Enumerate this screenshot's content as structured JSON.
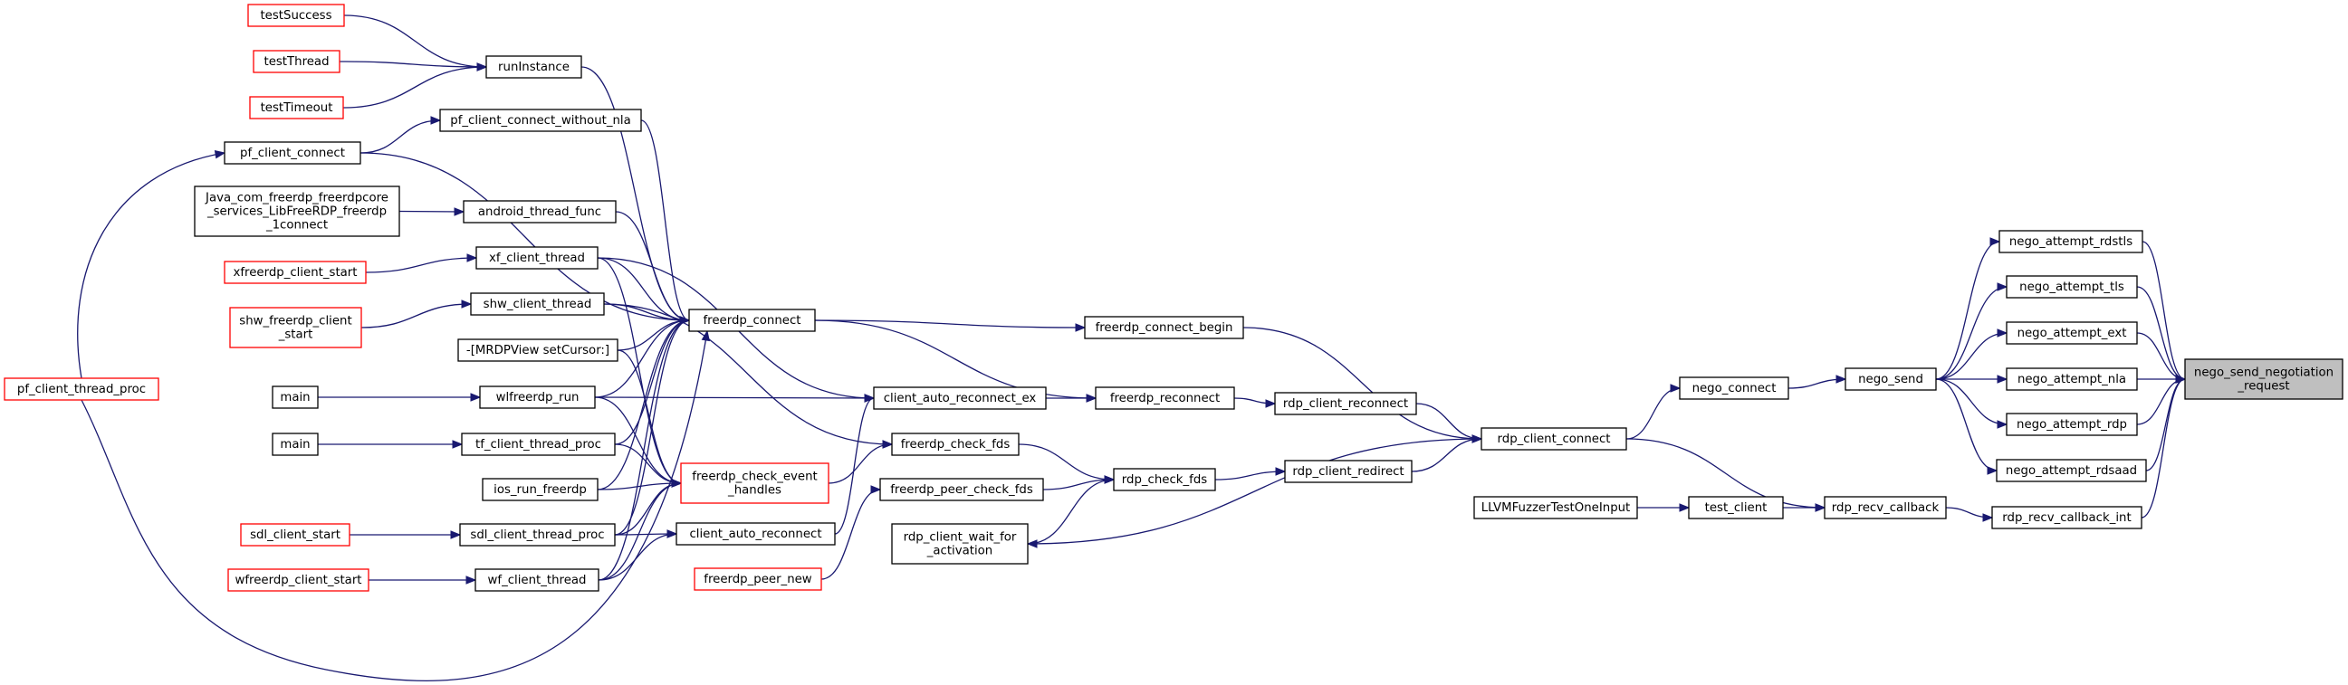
{
  "graph": {
    "title": "",
    "focus": "nego_send_negotiation_request",
    "colors": {
      "edge": "#191970",
      "node_border": "#000000",
      "truncated_border": "#ff0000",
      "focus_fill": "#bfbfbf",
      "node_fill": "#ffffff"
    },
    "nodes": [
      {
        "id": "nsnr",
        "lines": [
          "nego_send_negotiation",
          "_request"
        ],
        "style": "focus"
      },
      {
        "id": "rdstls",
        "lines": [
          "nego_attempt_rdstls"
        ],
        "style": "normal"
      },
      {
        "id": "tls",
        "lines": [
          "nego_attempt_tls"
        ],
        "style": "normal"
      },
      {
        "id": "ext",
        "lines": [
          "nego_attempt_ext"
        ],
        "style": "normal"
      },
      {
        "id": "nla",
        "lines": [
          "nego_attempt_nla"
        ],
        "style": "normal"
      },
      {
        "id": "rdp",
        "lines": [
          "nego_attempt_rdp"
        ],
        "style": "normal"
      },
      {
        "id": "rdsaad",
        "lines": [
          "nego_attempt_rdsaad"
        ],
        "style": "normal"
      },
      {
        "id": "rrci",
        "lines": [
          "rdp_recv_callback_int"
        ],
        "style": "normal"
      },
      {
        "id": "nego_send",
        "lines": [
          "nego_send"
        ],
        "style": "normal"
      },
      {
        "id": "rrc",
        "lines": [
          "rdp_recv_callback"
        ],
        "style": "normal"
      },
      {
        "id": "nego_connect",
        "lines": [
          "nego_connect"
        ],
        "style": "normal"
      },
      {
        "id": "test_client",
        "lines": [
          "test_client"
        ],
        "style": "normal"
      },
      {
        "id": "rcc",
        "lines": [
          "rdp_client_connect"
        ],
        "style": "normal"
      },
      {
        "id": "llvm",
        "lines": [
          "LLVMFuzzerTestOneInput"
        ],
        "style": "normal"
      },
      {
        "id": "fcb",
        "lines": [
          "freerdp_connect_begin"
        ],
        "style": "normal"
      },
      {
        "id": "rcrec",
        "lines": [
          "rdp_client_reconnect"
        ],
        "style": "normal"
      },
      {
        "id": "rcred",
        "lines": [
          "rdp_client_redirect"
        ],
        "style": "normal"
      },
      {
        "id": "freconn",
        "lines": [
          "freerdp_reconnect"
        ],
        "style": "normal"
      },
      {
        "id": "rcfds",
        "lines": [
          "rdp_check_fds"
        ],
        "style": "normal"
      },
      {
        "id": "fconn",
        "lines": [
          "freerdp_connect"
        ],
        "style": "normal"
      },
      {
        "id": "care",
        "lines": [
          "client_auto_reconnect_ex"
        ],
        "style": "normal"
      },
      {
        "id": "fcfds",
        "lines": [
          "freerdp_check_fds"
        ],
        "style": "normal"
      },
      {
        "id": "fpcfds",
        "lines": [
          "freerdp_peer_check_fds"
        ],
        "style": "normal"
      },
      {
        "id": "rcwfa",
        "lines": [
          "rdp_client_wait_for",
          "_activation"
        ],
        "style": "normal"
      },
      {
        "id": "fpnew",
        "lines": [
          "freerdp_peer_new"
        ],
        "style": "truncated"
      },
      {
        "id": "fceh",
        "lines": [
          "freerdp_check_event",
          "_handles"
        ],
        "style": "truncated"
      },
      {
        "id": "car",
        "lines": [
          "client_auto_reconnect"
        ],
        "style": "normal"
      },
      {
        "id": "runinst",
        "lines": [
          "runInstance"
        ],
        "style": "normal"
      },
      {
        "id": "pccwn",
        "lines": [
          "pf_client_connect_without_nla"
        ],
        "style": "normal"
      },
      {
        "id": "atf",
        "lines": [
          "android_thread_func"
        ],
        "style": "normal"
      },
      {
        "id": "xfct",
        "lines": [
          "xf_client_thread"
        ],
        "style": "normal"
      },
      {
        "id": "shwct",
        "lines": [
          "shw_client_thread"
        ],
        "style": "normal"
      },
      {
        "id": "mrdp",
        "lines": [
          "-[MRDPView setCursor:]"
        ],
        "style": "normal"
      },
      {
        "id": "wlrun",
        "lines": [
          "wlfreerdp_run"
        ],
        "style": "normal"
      },
      {
        "id": "tfctp",
        "lines": [
          "tf_client_thread_proc"
        ],
        "style": "normal"
      },
      {
        "id": "iosrun",
        "lines": [
          "ios_run_freerdp"
        ],
        "style": "normal"
      },
      {
        "id": "sdlctp",
        "lines": [
          "sdl_client_thread_proc"
        ],
        "style": "normal"
      },
      {
        "id": "wfct",
        "lines": [
          "wf_client_thread"
        ],
        "style": "normal"
      },
      {
        "id": "testSuccess",
        "lines": [
          "testSuccess"
        ],
        "style": "truncated"
      },
      {
        "id": "testThread",
        "lines": [
          "testThread"
        ],
        "style": "truncated"
      },
      {
        "id": "testTimeout",
        "lines": [
          "testTimeout"
        ],
        "style": "truncated"
      },
      {
        "id": "pfcc",
        "lines": [
          "pf_client_connect"
        ],
        "style": "normal"
      },
      {
        "id": "java",
        "lines": [
          "Java_com_freerdp_freerdpcore",
          "_services_LibFreeRDP_freerdp",
          "_1connect"
        ],
        "style": "normal"
      },
      {
        "id": "xfstart",
        "lines": [
          "xfreerdp_client_start"
        ],
        "style": "truncated"
      },
      {
        "id": "shwstart",
        "lines": [
          "shw_freerdp_client",
          "_start"
        ],
        "style": "truncated"
      },
      {
        "id": "main1",
        "lines": [
          "main"
        ],
        "style": "normal"
      },
      {
        "id": "main2",
        "lines": [
          "main"
        ],
        "style": "normal"
      },
      {
        "id": "sdlstart",
        "lines": [
          "sdl_client_start"
        ],
        "style": "truncated"
      },
      {
        "id": "wfstart",
        "lines": [
          "wfreerdp_client_start"
        ],
        "style": "truncated"
      },
      {
        "id": "pfctp",
        "lines": [
          "pf_client_thread_proc"
        ],
        "style": "truncated"
      }
    ],
    "edges": [
      [
        "rdstls",
        "nsnr"
      ],
      [
        "tls",
        "nsnr"
      ],
      [
        "ext",
        "nsnr"
      ],
      [
        "nla",
        "nsnr"
      ],
      [
        "rdp",
        "nsnr"
      ],
      [
        "rdsaad",
        "nsnr"
      ],
      [
        "rrci",
        "nsnr"
      ],
      [
        "nego_send",
        "rdstls"
      ],
      [
        "nego_send",
        "tls"
      ],
      [
        "nego_send",
        "ext"
      ],
      [
        "nego_send",
        "nla"
      ],
      [
        "nego_send",
        "rdp"
      ],
      [
        "nego_send",
        "rdsaad"
      ],
      [
        "rrc",
        "rrci"
      ],
      [
        "nego_connect",
        "nego_send"
      ],
      [
        "test_client",
        "rrc"
      ],
      [
        "rcc",
        "rrc"
      ],
      [
        "rcc",
        "nego_connect"
      ],
      [
        "llvm",
        "test_client"
      ],
      [
        "fcb",
        "rcc"
      ],
      [
        "rcrec",
        "rcc"
      ],
      [
        "rcred",
        "rcc"
      ],
      [
        "rcc",
        "rcwfa"
      ],
      [
        "fconn",
        "fcb"
      ],
      [
        "freconn",
        "rcrec"
      ],
      [
        "rcfds",
        "rcred"
      ],
      [
        "fconn",
        "freconn"
      ],
      [
        "care",
        "freconn"
      ],
      [
        "fcfds",
        "rcfds"
      ],
      [
        "fpcfds",
        "rcfds"
      ],
      [
        "rcwfa",
        "rcfds"
      ],
      [
        "fpnew",
        "fpcfds"
      ],
      [
        "fceh",
        "fcfds"
      ],
      [
        "shwct",
        "fcfds"
      ],
      [
        "car",
        "care"
      ],
      [
        "xfct",
        "care"
      ],
      [
        "wlrun",
        "care"
      ],
      [
        "sdlctp",
        "car"
      ],
      [
        "wfct",
        "car"
      ],
      [
        "mrdp",
        "fceh"
      ],
      [
        "tfctp",
        "fceh"
      ],
      [
        "iosrun",
        "fceh"
      ],
      [
        "sdlctp",
        "fceh"
      ],
      [
        "wfct",
        "fceh"
      ],
      [
        "xfct",
        "fceh"
      ],
      [
        "wlrun",
        "fceh"
      ],
      [
        "runinst",
        "fconn"
      ],
      [
        "pfcc",
        "fconn"
      ],
      [
        "pccwn",
        "fconn"
      ],
      [
        "atf",
        "fconn"
      ],
      [
        "xfct",
        "fconn"
      ],
      [
        "shwct",
        "fconn"
      ],
      [
        "mrdp",
        "fconn"
      ],
      [
        "wlrun",
        "fconn"
      ],
      [
        "tfctp",
        "fconn"
      ],
      [
        "iosrun",
        "fconn"
      ],
      [
        "sdlctp",
        "fconn"
      ],
      [
        "wfct",
        "fconn"
      ],
      [
        "pfctp",
        "fconn"
      ],
      [
        "testSuccess",
        "runinst"
      ],
      [
        "testThread",
        "runinst"
      ],
      [
        "testTimeout",
        "runinst"
      ],
      [
        "pfcc",
        "pccwn"
      ],
      [
        "java",
        "atf"
      ],
      [
        "xfstart",
        "xfct"
      ],
      [
        "shwstart",
        "shwct"
      ],
      [
        "main1",
        "wlrun"
      ],
      [
        "main2",
        "tfctp"
      ],
      [
        "sdlstart",
        "sdlctp"
      ],
      [
        "wfstart",
        "wfct"
      ],
      [
        "pfctp",
        "pfcc"
      ]
    ]
  }
}
